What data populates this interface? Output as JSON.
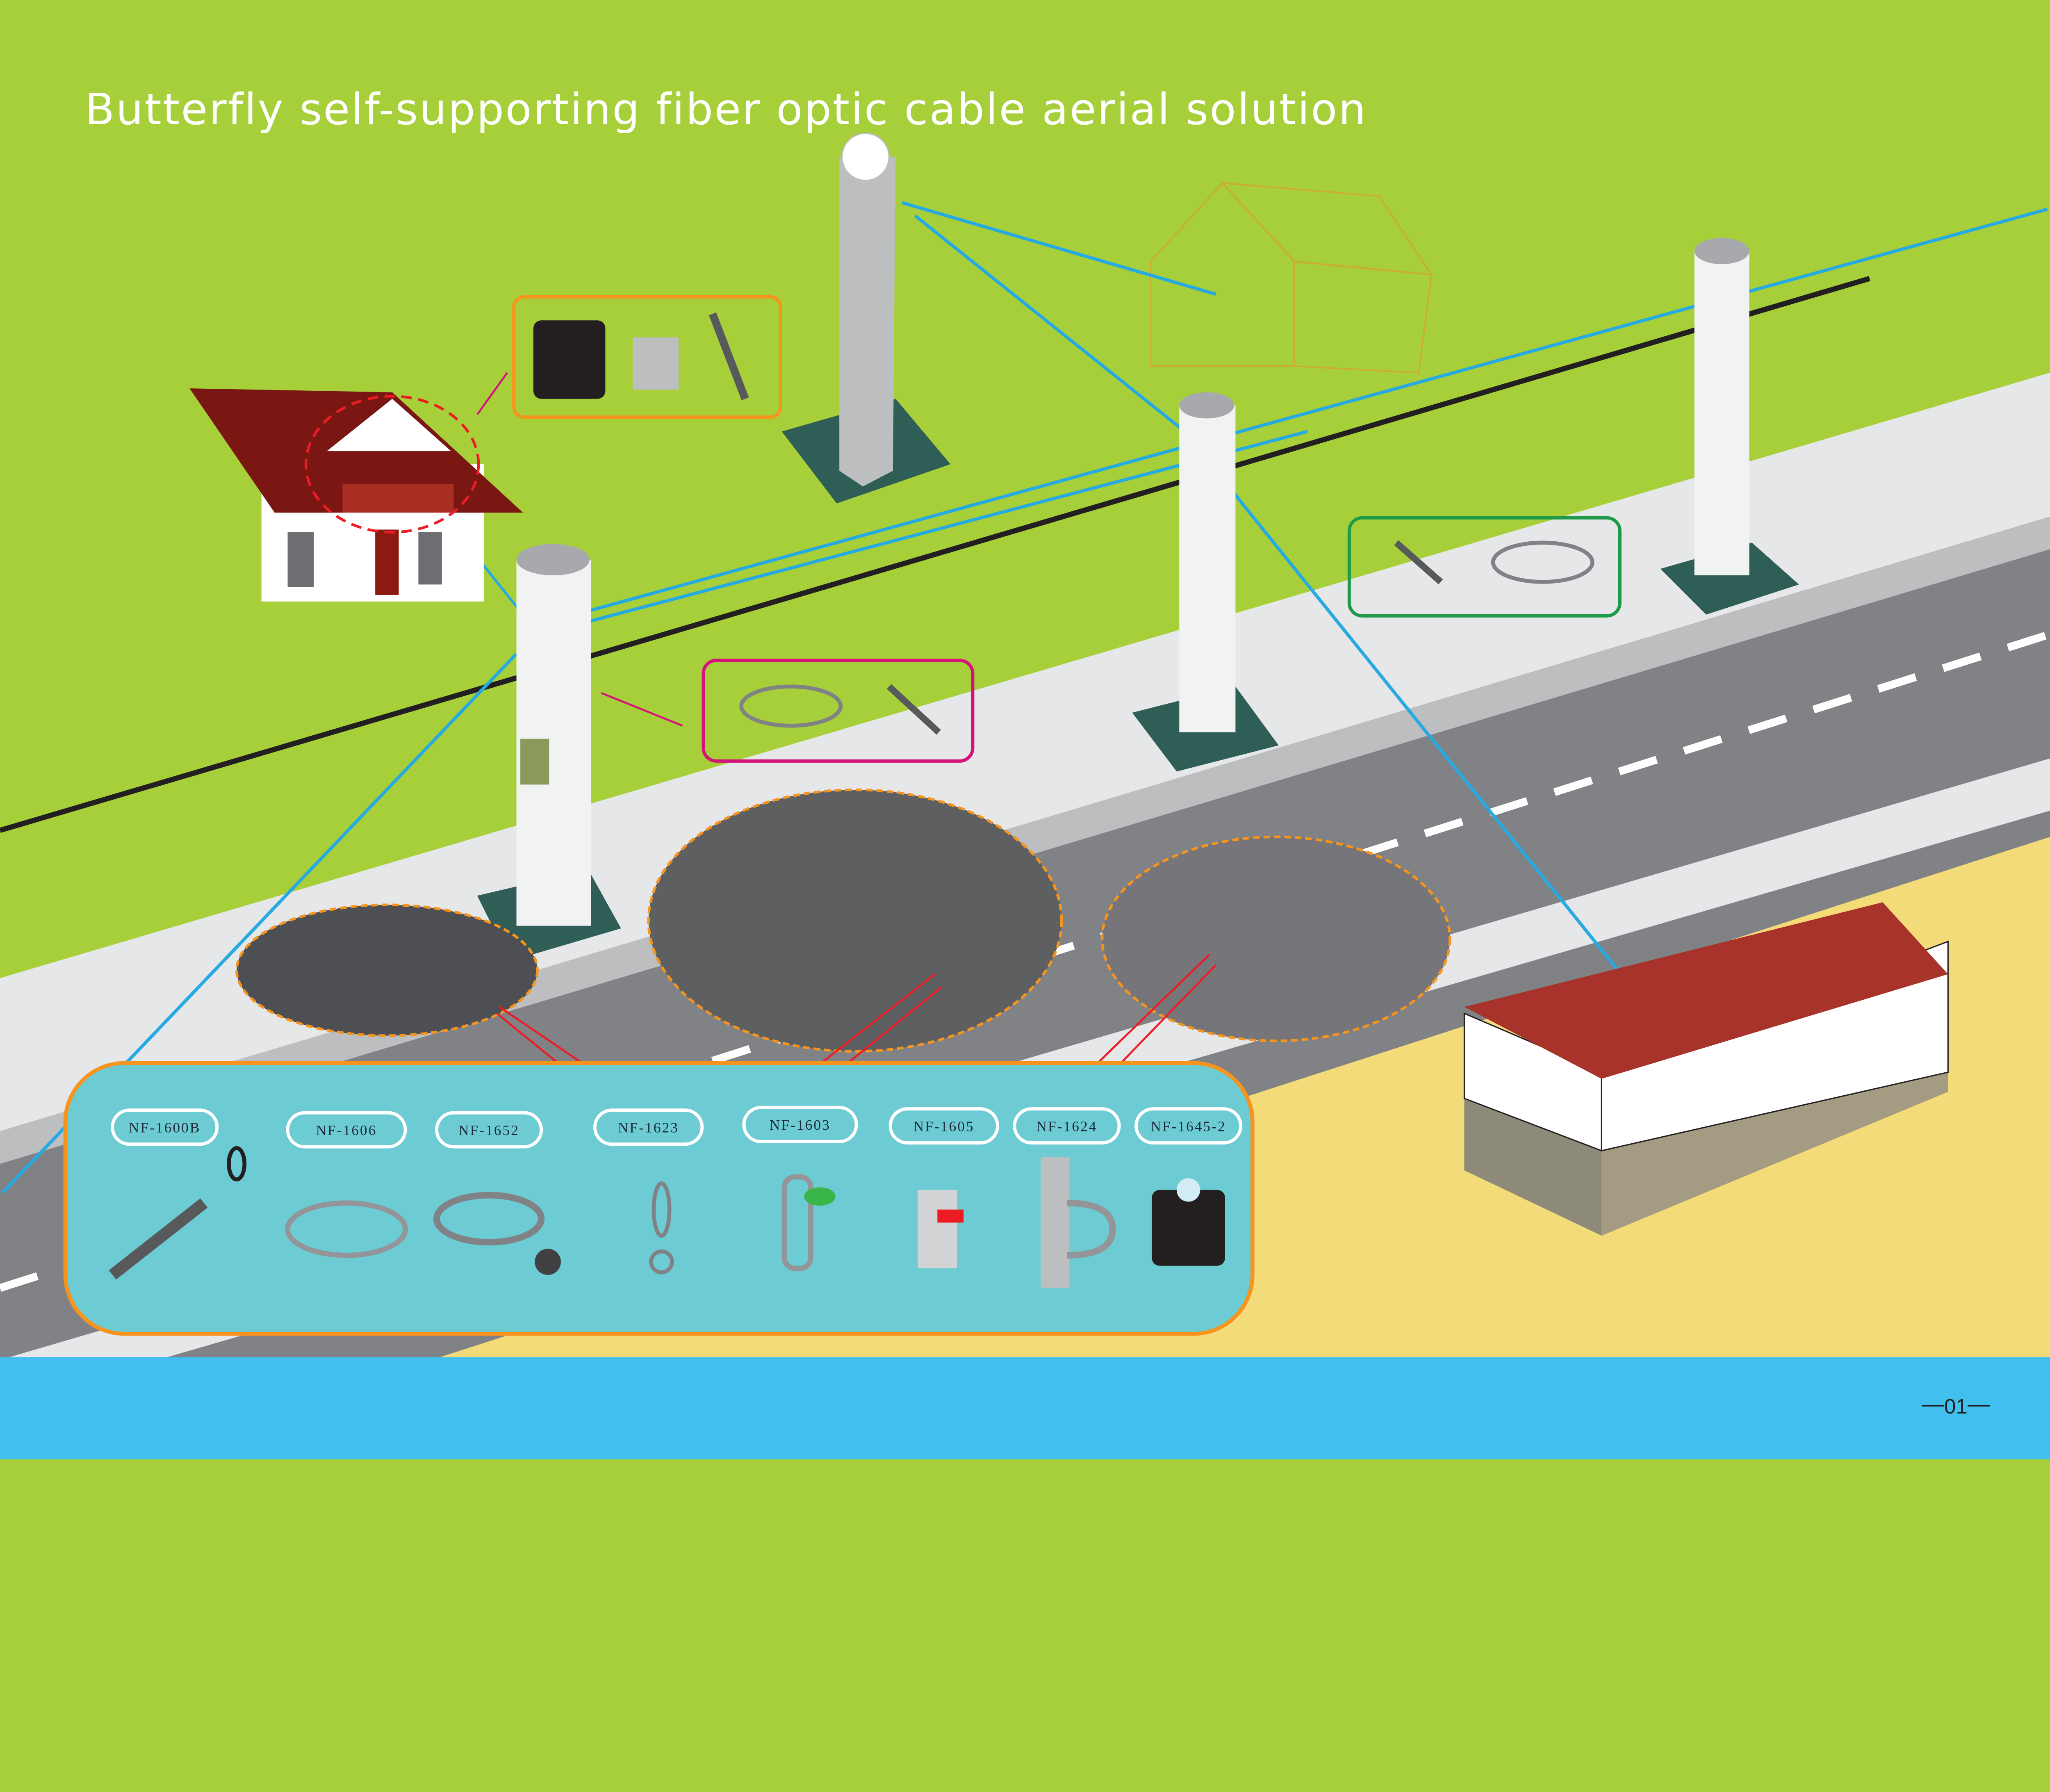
{
  "title": "Butterfly self-supporting fiber optic cable aerial solution",
  "page_number": "01",
  "products": [
    {
      "code": "NF-1600B",
      "icon": "tension-clamp-icon"
    },
    {
      "code": "NF-1606",
      "icon": "pole-band-ring-icon"
    },
    {
      "code": "NF-1652",
      "icon": "hose-clamp-bracket-icon"
    },
    {
      "code": "NF-1623",
      "icon": "eye-hook-icon"
    },
    {
      "code": "NF-1603",
      "icon": "suspension-clamp-icon"
    },
    {
      "code": "NF-1605",
      "icon": "wall-bracket-icon"
    },
    {
      "code": "NF-1624",
      "icon": "hook-bracket-icon"
    },
    {
      "code": "NF-1645-2",
      "icon": "cable-clip-icon"
    }
  ],
  "colors": {
    "grass": "#a6cf39",
    "sidewalk": "#e6e7e8",
    "road": "#808285",
    "sand": "#f3db7a",
    "footer": "#41bfef",
    "cable_blue": "#27aae1",
    "panel": "#6ccbd3",
    "orange_frame": "#f7941d",
    "magenta_frame": "#d4147b",
    "green_frame": "#1f9a48"
  }
}
